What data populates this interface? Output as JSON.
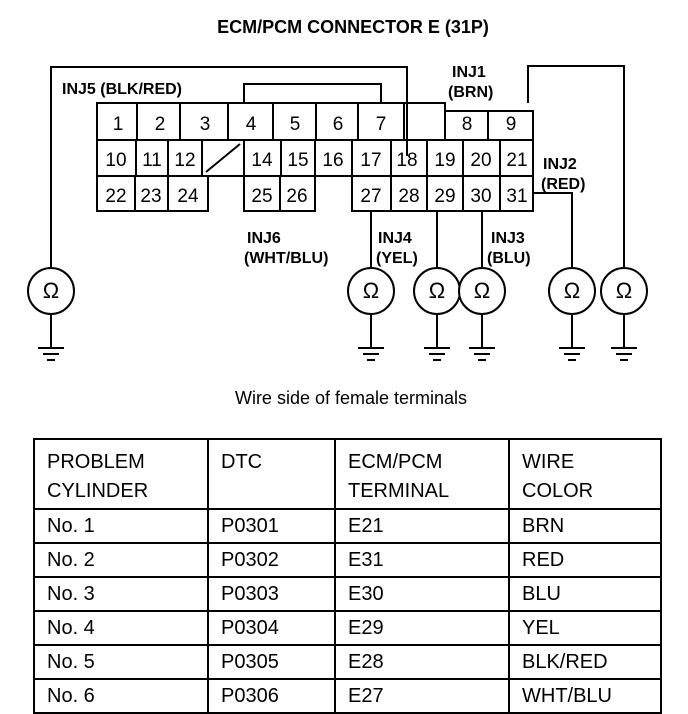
{
  "title": "ECM/PCM CONNECTOR E (31P)",
  "connector": {
    "row1": [
      "1",
      "2",
      "3",
      "4",
      "5",
      "6",
      "7",
      "8",
      "9"
    ],
    "row2": [
      "10",
      "11",
      "12",
      "14",
      "15",
      "16",
      "17",
      "18",
      "19",
      "20",
      "21"
    ],
    "row3": [
      "22",
      "23",
      "24",
      "25",
      "26",
      "27",
      "28",
      "29",
      "30",
      "31"
    ]
  },
  "injectors": {
    "inj5": {
      "name": "INJ5",
      "wire": "(BLK/RED)",
      "label": "INJ5 (BLK/RED)"
    },
    "inj1": {
      "name": "INJ1",
      "wire": "(BRN)"
    },
    "inj2": {
      "name": "INJ2",
      "wire": "(RED)"
    },
    "inj6": {
      "name": "INJ6",
      "wire": "(WHT/BLU)"
    },
    "inj4": {
      "name": "INJ4",
      "wire": "(YEL)"
    },
    "inj3": {
      "name": "INJ3",
      "wire": "(BLU)"
    }
  },
  "ohm_symbol": "Ω",
  "caption": "Wire side of female terminals",
  "table": {
    "headers": [
      "PROBLEM\nCYLINDER",
      "DTC",
      "ECM/PCM\nTERMINAL",
      "WIRE\nCOLOR"
    ],
    "rows": [
      [
        "No. 1",
        "P0301",
        "E21",
        "BRN"
      ],
      [
        "No. 2",
        "P0302",
        "E31",
        "RED"
      ],
      [
        "No. 3",
        "P0303",
        "E30",
        "BLU"
      ],
      [
        "No. 4",
        "P0304",
        "E29",
        "YEL"
      ],
      [
        "No. 5",
        "P0305",
        "E28",
        "BLK/RED"
      ],
      [
        "No. 6",
        "P0306",
        "E27",
        "WHT/BLU"
      ]
    ]
  }
}
